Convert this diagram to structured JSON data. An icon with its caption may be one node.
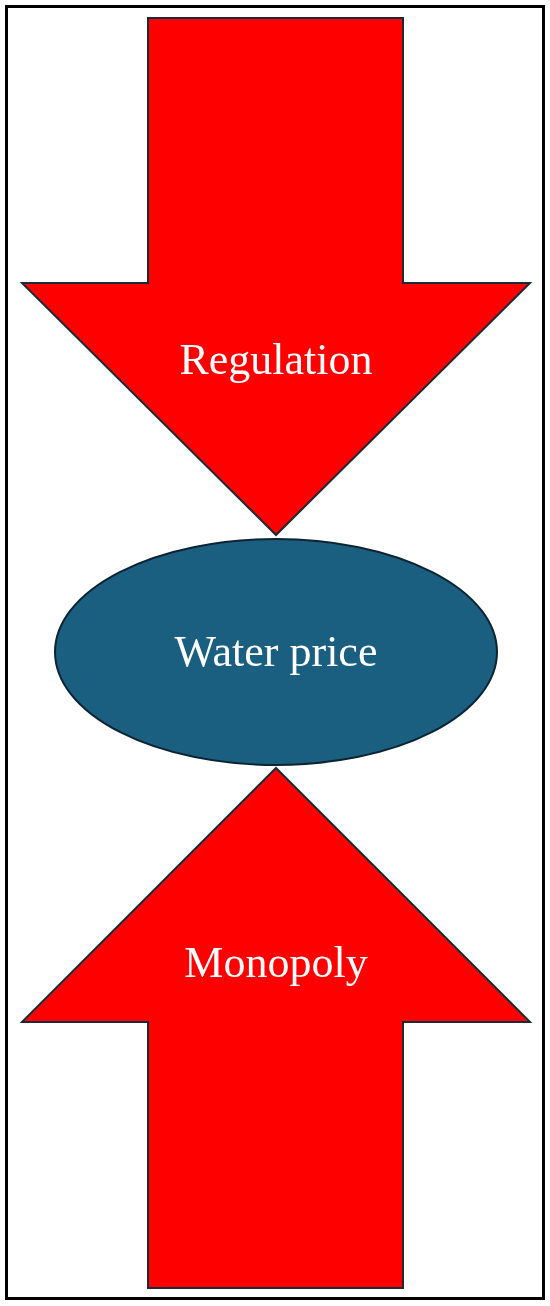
{
  "diagram": {
    "nodes": [
      {
        "text": [
          "Regulation"
        ]
      },
      {
        "text": [
          "Water price"
        ]
      },
      {
        "text": [
          "Monopoly"
        ]
      }
    ]
  }
}
